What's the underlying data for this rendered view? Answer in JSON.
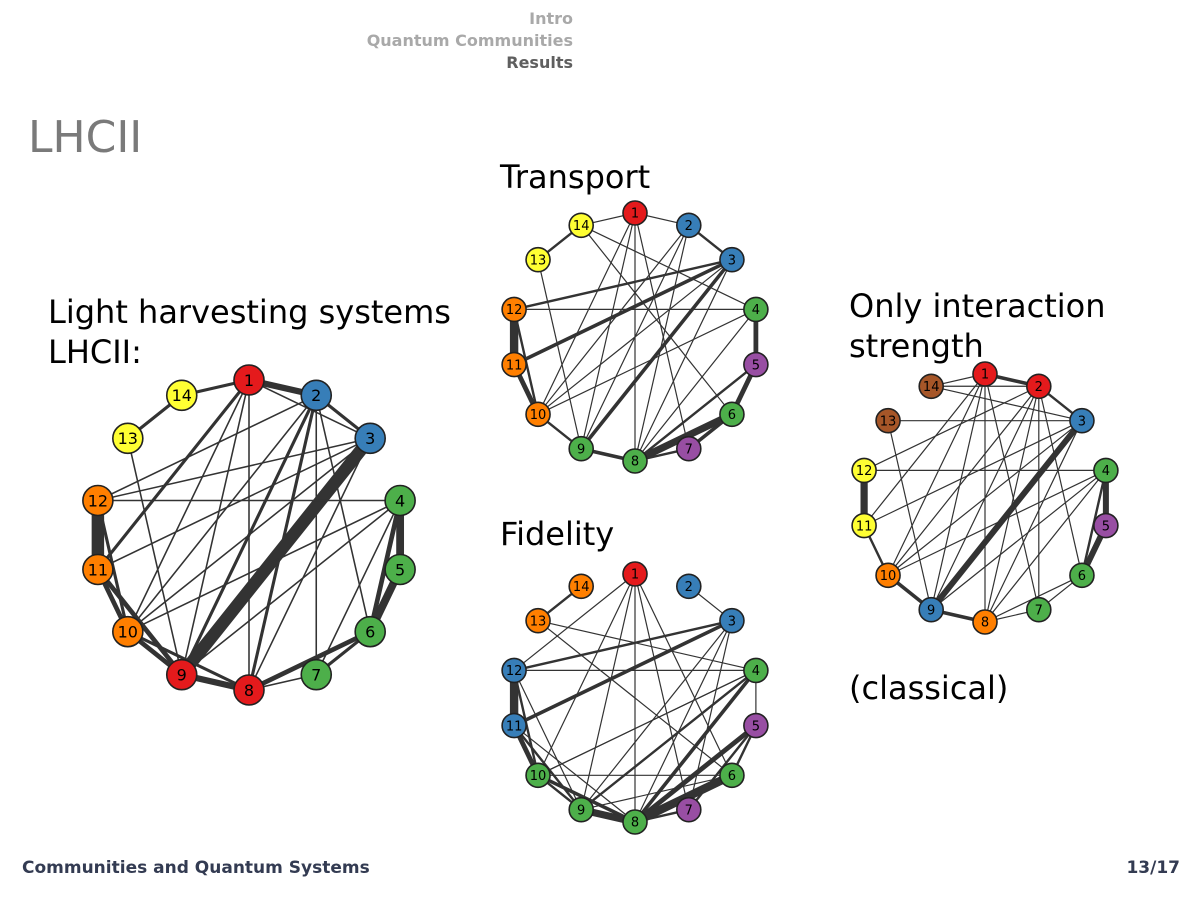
{
  "nav": {
    "items": [
      "Intro",
      "Quantum Communities",
      "Results"
    ],
    "current": "Results"
  },
  "frame_title": "LHCII",
  "left": {
    "line1": "Light harvesting systems",
    "line2": "LHCII:"
  },
  "transport_title": "Transport",
  "fidelity_title": "Fidelity",
  "right": {
    "line1": "Only interaction",
    "line2": "strength",
    "note": "(classical)"
  },
  "footer": {
    "left": "Communities and Quantum Systems",
    "right": "13/17"
  },
  "colors": {
    "red": "#e41a1c",
    "blue": "#377eb8",
    "green": "#4daf4a",
    "purple": "#984ea3",
    "orange": "#ff7f00",
    "yellow": "#ffff33",
    "brown": "#a65628",
    "edge": "#333333"
  },
  "graphs": [
    {
      "id": "lhcii",
      "node_colors": [
        "red",
        "blue",
        "blue",
        "green",
        "green",
        "green",
        "green",
        "red",
        "red",
        "orange",
        "orange",
        "orange",
        "yellow",
        "yellow"
      ],
      "edges": [
        [
          1,
          2,
          4
        ],
        [
          1,
          14,
          2
        ],
        [
          13,
          14,
          2
        ],
        [
          1,
          8,
          1
        ],
        [
          1,
          9,
          1
        ],
        [
          1,
          10,
          1
        ],
        [
          1,
          3,
          1
        ],
        [
          1,
          11,
          2
        ],
        [
          2,
          3,
          2
        ],
        [
          2,
          8,
          2
        ],
        [
          2,
          9,
          2
        ],
        [
          2,
          10,
          1
        ],
        [
          2,
          7,
          1
        ],
        [
          2,
          6,
          1
        ],
        [
          2,
          12,
          1
        ],
        [
          3,
          9,
          8
        ],
        [
          3,
          8,
          1
        ],
        [
          3,
          10,
          1
        ],
        [
          3,
          11,
          1
        ],
        [
          4,
          5,
          5
        ],
        [
          5,
          6,
          5
        ],
        [
          4,
          6,
          3
        ],
        [
          4,
          9,
          1
        ],
        [
          4,
          10,
          1
        ],
        [
          4,
          12,
          1
        ],
        [
          6,
          7,
          2
        ],
        [
          6,
          8,
          3
        ],
        [
          7,
          8,
          1
        ],
        [
          8,
          9,
          4
        ],
        [
          9,
          10,
          3
        ],
        [
          9,
          11,
          3
        ],
        [
          10,
          11,
          3
        ],
        [
          11,
          12,
          8
        ],
        [
          12,
          10,
          2
        ],
        [
          8,
          10,
          2
        ],
        [
          13,
          9,
          1
        ],
        [
          4,
          7,
          1
        ],
        [
          3,
          12,
          1
        ]
      ]
    },
    {
      "id": "transport",
      "node_colors": [
        "red",
        "blue",
        "blue",
        "green",
        "purple",
        "green",
        "purple",
        "green",
        "green",
        "orange",
        "orange",
        "orange",
        "yellow",
        "yellow"
      ],
      "edges": [
        [
          1,
          2,
          1
        ],
        [
          1,
          14,
          1
        ],
        [
          13,
          14,
          2
        ],
        [
          1,
          8,
          1
        ],
        [
          1,
          9,
          1
        ],
        [
          1,
          10,
          1
        ],
        [
          1,
          7,
          1
        ],
        [
          2,
          3,
          2
        ],
        [
          2,
          9,
          1
        ],
        [
          2,
          8,
          1
        ],
        [
          2,
          10,
          1
        ],
        [
          3,
          9,
          3
        ],
        [
          3,
          11,
          3
        ],
        [
          3,
          12,
          2
        ],
        [
          3,
          10,
          1
        ],
        [
          3,
          8,
          1
        ],
        [
          4,
          5,
          4
        ],
        [
          5,
          6,
          4
        ],
        [
          4,
          10,
          1
        ],
        [
          4,
          8,
          1
        ],
        [
          6,
          8,
          6
        ],
        [
          6,
          7,
          3
        ],
        [
          7,
          8,
          2
        ],
        [
          8,
          9,
          3
        ],
        [
          9,
          10,
          2
        ],
        [
          10,
          11,
          4
        ],
        [
          11,
          12,
          7
        ],
        [
          12,
          10,
          2
        ],
        [
          12,
          4,
          1
        ],
        [
          13,
          9,
          1
        ],
        [
          14,
          6,
          1
        ],
        [
          14,
          4,
          1
        ],
        [
          5,
          8,
          2
        ]
      ]
    },
    {
      "id": "fidelity",
      "node_colors": [
        "red",
        "blue",
        "blue",
        "green",
        "purple",
        "green",
        "purple",
        "green",
        "green",
        "green",
        "blue",
        "blue",
        "orange",
        "orange"
      ],
      "edges": [
        [
          13,
          14,
          2
        ],
        [
          1,
          8,
          1
        ],
        [
          1,
          9,
          1
        ],
        [
          1,
          10,
          1
        ],
        [
          1,
          7,
          1
        ],
        [
          1,
          6,
          1
        ],
        [
          1,
          12,
          1
        ],
        [
          2,
          3,
          1
        ],
        [
          3,
          11,
          3
        ],
        [
          3,
          12,
          2
        ],
        [
          3,
          8,
          1
        ],
        [
          3,
          9,
          1
        ],
        [
          3,
          7,
          1
        ],
        [
          4,
          5,
          1
        ],
        [
          4,
          8,
          3
        ],
        [
          4,
          9,
          2
        ],
        [
          4,
          10,
          1
        ],
        [
          5,
          6,
          2
        ],
        [
          5,
          7,
          2
        ],
        [
          5,
          8,
          4
        ],
        [
          6,
          8,
          7
        ],
        [
          6,
          9,
          1
        ],
        [
          6,
          10,
          1
        ],
        [
          8,
          9,
          6
        ],
        [
          8,
          10,
          3
        ],
        [
          9,
          10,
          2
        ],
        [
          9,
          11,
          2
        ],
        [
          9,
          12,
          1
        ],
        [
          10,
          11,
          4
        ],
        [
          11,
          12,
          7
        ],
        [
          12,
          10,
          2
        ],
        [
          13,
          6,
          1
        ],
        [
          13,
          4,
          1
        ],
        [
          12,
          4,
          1
        ],
        [
          10,
          4,
          1
        ],
        [
          7,
          8,
          2
        ],
        [
          11,
          8,
          1
        ]
      ]
    },
    {
      "id": "classical",
      "node_colors": [
        "red",
        "red",
        "blue",
        "green",
        "purple",
        "green",
        "green",
        "orange",
        "blue",
        "orange",
        "yellow",
        "yellow",
        "brown",
        "brown"
      ],
      "edges": [
        [
          1,
          2,
          3
        ],
        [
          1,
          14,
          1
        ],
        [
          1,
          8,
          1
        ],
        [
          1,
          9,
          1
        ],
        [
          1,
          10,
          1
        ],
        [
          1,
          11,
          1
        ],
        [
          2,
          3,
          2
        ],
        [
          2,
          8,
          1
        ],
        [
          2,
          9,
          1
        ],
        [
          2,
          10,
          1
        ],
        [
          2,
          7,
          1
        ],
        [
          2,
          6,
          1
        ],
        [
          2,
          12,
          1
        ],
        [
          3,
          9,
          5
        ],
        [
          3,
          8,
          1
        ],
        [
          3,
          10,
          1
        ],
        [
          3,
          11,
          1
        ],
        [
          4,
          5,
          5
        ],
        [
          5,
          6,
          5
        ],
        [
          4,
          6,
          2
        ],
        [
          4,
          10,
          1
        ],
        [
          4,
          12,
          1
        ],
        [
          4,
          8,
          1
        ],
        [
          6,
          7,
          1
        ],
        [
          6,
          8,
          1
        ],
        [
          7,
          8,
          1
        ],
        [
          8,
          9,
          3
        ],
        [
          9,
          10,
          3
        ],
        [
          10,
          11,
          2
        ],
        [
          11,
          12,
          6
        ],
        [
          13,
          9,
          1
        ],
        [
          14,
          3,
          1
        ],
        [
          4,
          9,
          1
        ],
        [
          3,
          13,
          1
        ],
        [
          14,
          2,
          1
        ],
        [
          1,
          7,
          1
        ]
      ]
    }
  ]
}
